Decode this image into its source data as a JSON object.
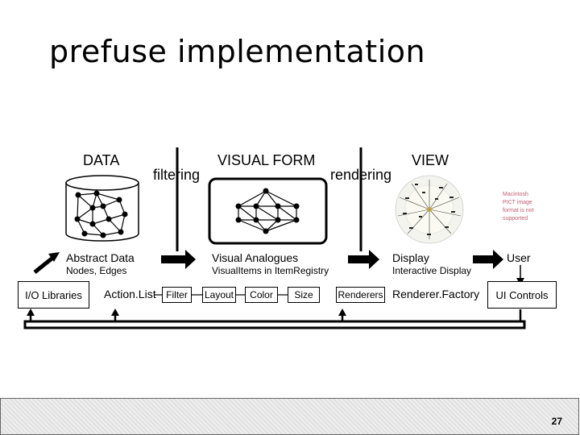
{
  "title": "prefuse implementation",
  "headers": {
    "data": "DATA",
    "visual_form": "VISUAL FORM",
    "view": "VIEW"
  },
  "transitions": {
    "filtering": "filtering",
    "rendering": "rendering"
  },
  "labels": {
    "abstract_data": "Abstract Data",
    "nodes_edges": "Nodes, Edges",
    "visual_analogues": "Visual Analogues",
    "visual_items": "VisualItems in ItemRegistry",
    "display": "Display",
    "interactive_display": "Interactive Display",
    "user": "User"
  },
  "components": {
    "io_libraries": "I/O Libraries",
    "action_list": "Action.List",
    "filter": "Filter",
    "layout": "Layout",
    "color": "Color",
    "size": "Size",
    "renderers": "Renderers",
    "renderer_factory": "Renderer.Factory",
    "ui_controls": "UI Controls"
  },
  "pict_placeholder": "Macintosh PICT image format is not supported",
  "page_number": "27"
}
